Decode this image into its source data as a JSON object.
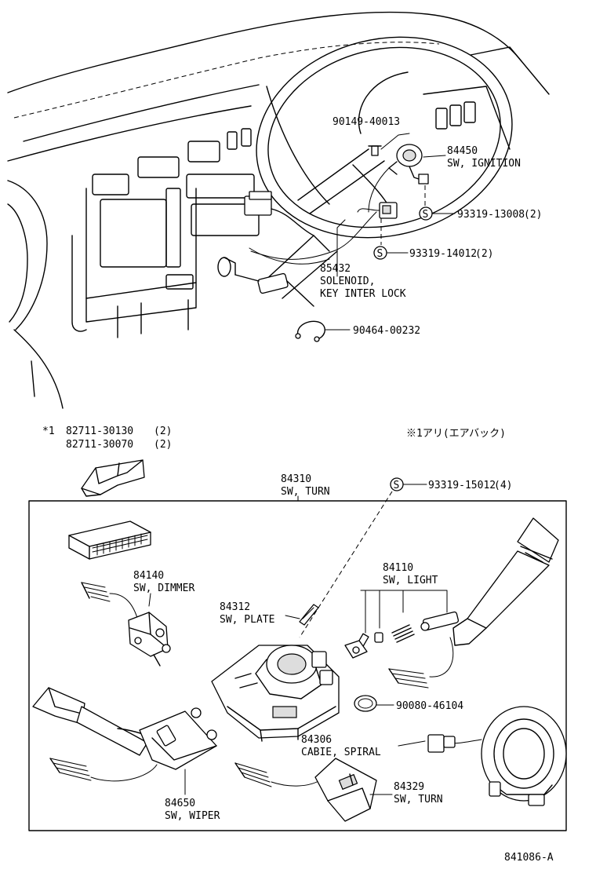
{
  "parts": {
    "screw_90149": "90149-40013",
    "ignition_no": "84450",
    "ignition_name": "SW, IGNITION",
    "screw_93319_13008": "93319-13008",
    "screw_93319_13008_qty": "(2)",
    "screw_93319_14012": "93319-14012",
    "screw_93319_14012_qty": "(2)",
    "solenoid_no": "85432",
    "solenoid_name_1": "SOLENOID,",
    "solenoid_name_2": "KEY INTER LOCK",
    "clamp_90464": "90464-00232",
    "note_mark": "*1",
    "cover_1": "82711-30130",
    "cover_1_qty": "(2)",
    "cover_2": "82711-30070",
    "cover_2_qty": "(2)",
    "note_airbag": "※1アリ(エアバック)",
    "turn_sw_no": "84310",
    "turn_sw_name": "SW, TURN",
    "screw_93319_15012": "93319-15012",
    "screw_93319_15012_qty": "(4)",
    "dimmer_no": "84140",
    "dimmer_name": "SW, DIMMER",
    "plate_no": "84312",
    "plate_name": "SW, PLATE",
    "light_no": "84110",
    "light_name": "SW, LIGHT",
    "band_90080": "90080-46104",
    "spiral_no": "84306",
    "spiral_name": "CABIE, SPIRAL",
    "turn2_no": "84329",
    "turn2_name": "SW, TURN",
    "wiper_no": "84650",
    "wiper_name": "SW, WIPER",
    "screw_symbol": "S",
    "diagram_no": "841086-A"
  }
}
